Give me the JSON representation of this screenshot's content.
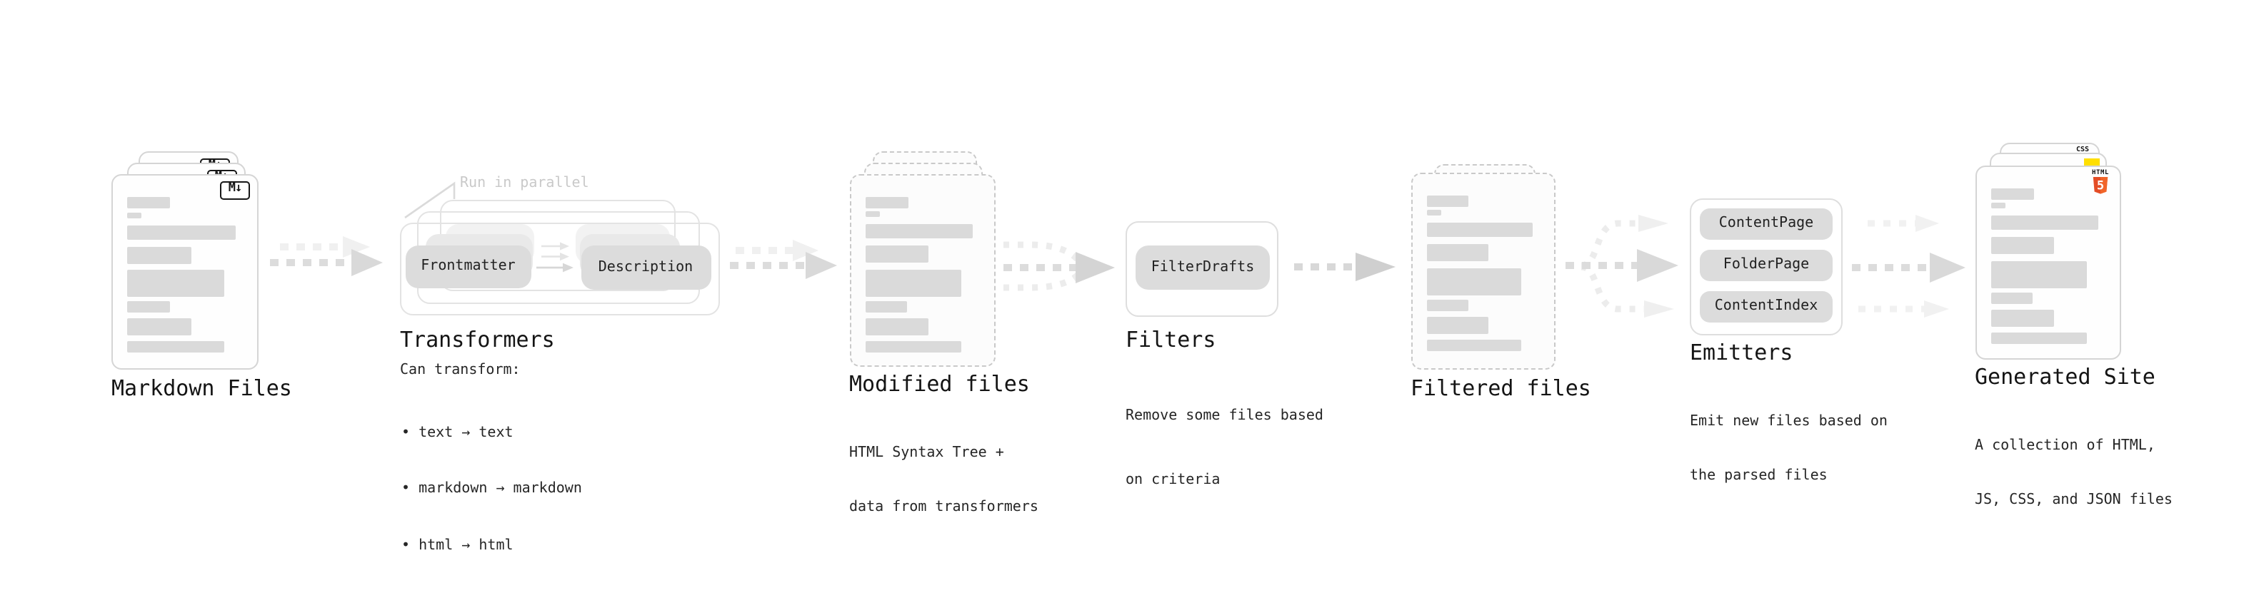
{
  "stages": {
    "markdown": {
      "title": "Markdown Files",
      "badge": "M↓"
    },
    "transformers": {
      "title": "Transformers",
      "annotation": "Run in parallel",
      "node_frontmatter": "Frontmatter",
      "node_description": "Description",
      "sub": "Can transform:",
      "bullets": [
        "text → text",
        "markdown → markdown",
        "html → html"
      ]
    },
    "modified": {
      "title": "Modified files",
      "sub_lines": [
        "HTML Syntax Tree +",
        "data from transformers"
      ]
    },
    "filters": {
      "title": "Filters",
      "node": "FilterDrafts",
      "sub_lines": [
        "Remove some files based",
        "on criteria"
      ]
    },
    "filtered": {
      "title": "Filtered files"
    },
    "emitters": {
      "title": "Emitters",
      "nodes": [
        "ContentPage",
        "FolderPage",
        "ContentIndex"
      ],
      "sub_lines": [
        "Emit new files based on",
        "the parsed files"
      ]
    },
    "generated": {
      "title": "Generated Site",
      "sub_lines": [
        "A collection of HTML,",
        "JS, CSS, and JSON files"
      ],
      "icons": {
        "html_label": "HTML",
        "html_five": "5",
        "css_label": "CSS"
      }
    }
  },
  "colors": {
    "node_gray": "#dcdcdc",
    "arrow_gray": "#d9d9d9",
    "arrow_ghost_gray": "#efefef",
    "annotation_gray": "#c9c9c9",
    "skeleton_gray": "#dadada",
    "js_yellow": "#ffdf00",
    "css_blue": "#2f6fe4",
    "html_orange": "#e44d26",
    "html_orange_light": "#f16529"
  }
}
